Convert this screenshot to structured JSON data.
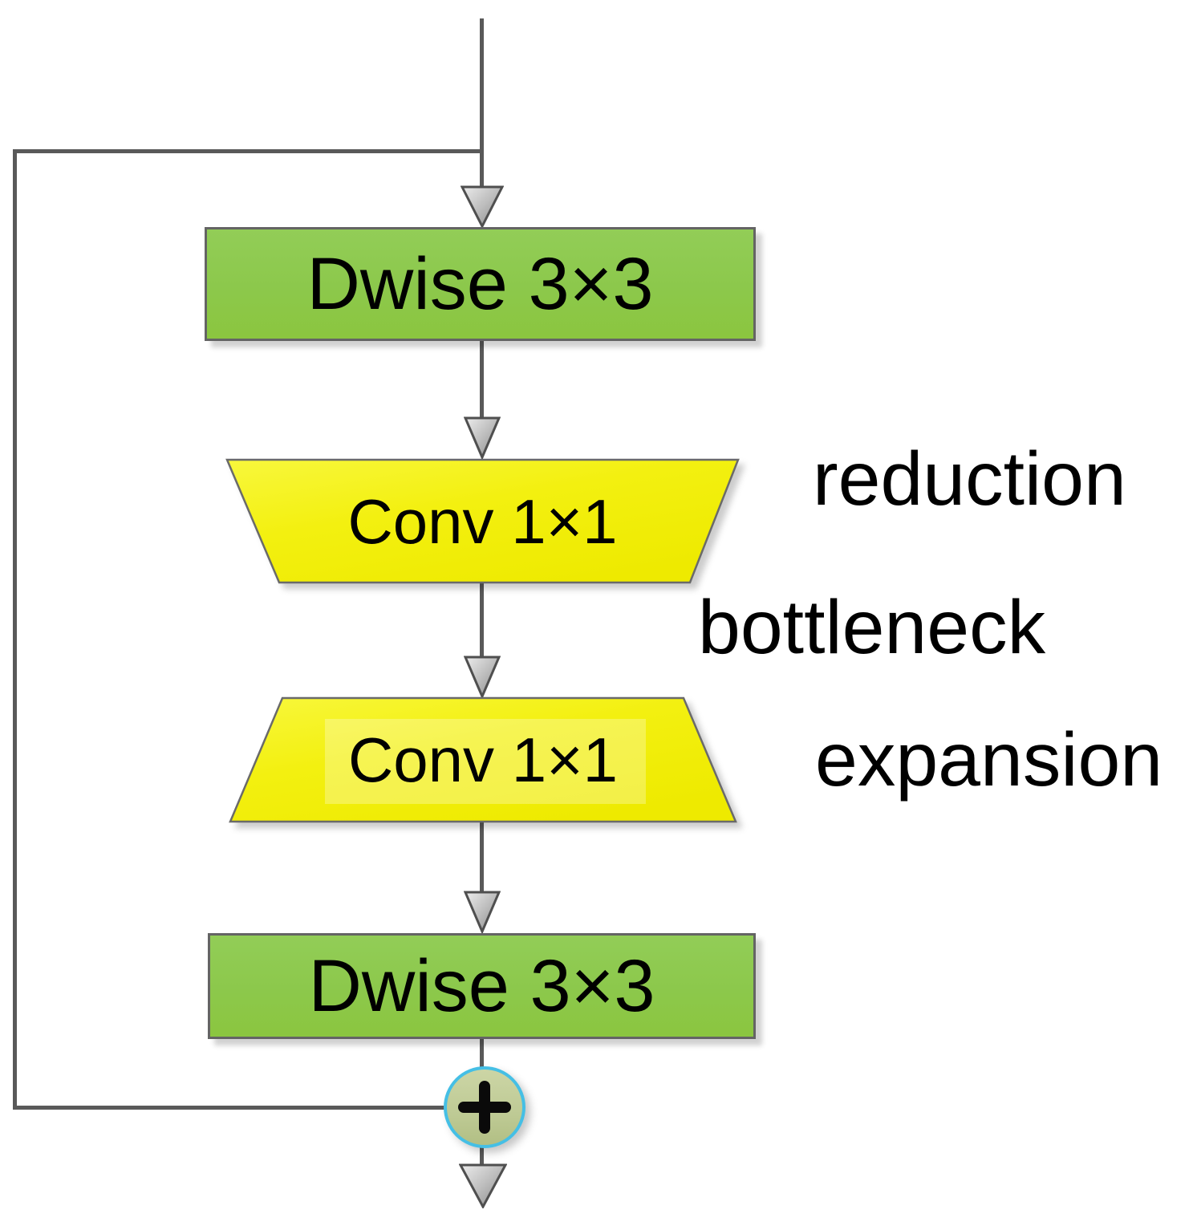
{
  "diagram": {
    "blocks": [
      {
        "id": "dwise-top",
        "type": "rectangle",
        "label": "Dwise 3×3"
      },
      {
        "id": "conv-reduction",
        "type": "trapezoid-narrowing",
        "label": "Conv 1×1"
      },
      {
        "id": "conv-expansion",
        "type": "trapezoid-widening",
        "label": "Conv 1×1"
      },
      {
        "id": "dwise-bottom",
        "type": "rectangle",
        "label": "Dwise 3×3"
      }
    ],
    "annotations": [
      {
        "id": "reduction-label",
        "label": "reduction"
      },
      {
        "id": "bottleneck-label",
        "label": "bottleneck"
      },
      {
        "id": "expansion-label",
        "label": "expansion"
      }
    ],
    "operators": [
      {
        "id": "residual-add",
        "symbol": "+",
        "description": "elementwise add of skip connection"
      }
    ],
    "colors": {
      "line": "#595959",
      "box_fill": "#8cc84b",
      "box_border": "#646464",
      "trapezoid_fill": "#f2ef05",
      "trapezoid_border": "#6a6a6a",
      "arrow_fill_light": "#e8e8e8",
      "arrow_fill_dark": "#8f8f8f",
      "add_circle_fill": "#c2cd97",
      "add_circle_border": "#45bfe5",
      "text": "#000000",
      "background": "#ffffff"
    }
  }
}
